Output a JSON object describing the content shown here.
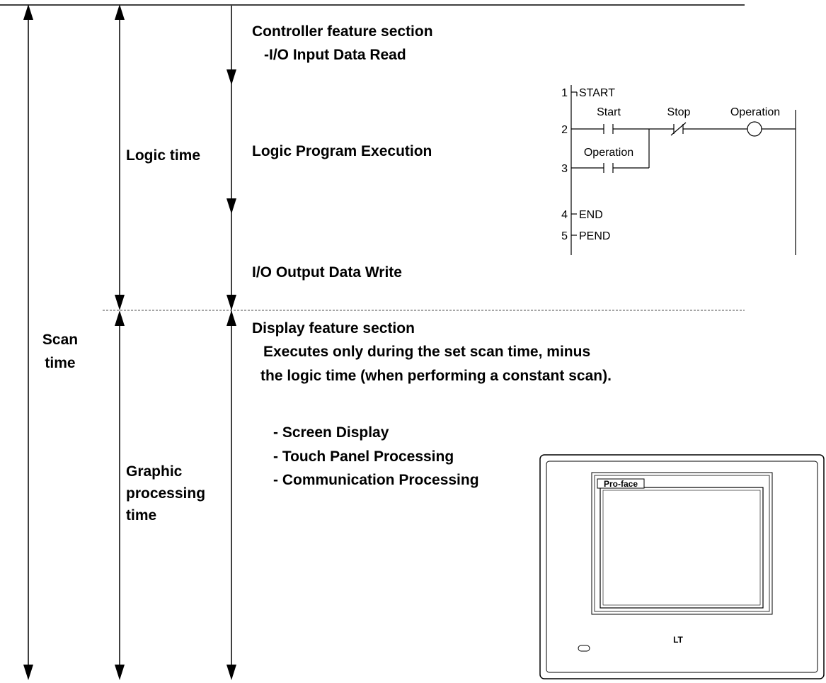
{
  "timeline": {
    "scan_time": [
      "Scan",
      "time"
    ],
    "logic_time": "Logic time",
    "graphic_time": [
      "Graphic",
      "processing",
      "time"
    ]
  },
  "controller": {
    "title": "Controller feature section",
    "input_read": "-I/O Input Data Read",
    "execution": "Logic Program Execution",
    "output_write": "I/O Output Data Write"
  },
  "display": {
    "title": "Display feature section",
    "desc_line1": "Executes only during the set scan time, minus",
    "desc_line2": "the logic time (when performing a constant scan).",
    "items": [
      "- Screen Display",
      "- Touch Panel Processing",
      "- Communication Processing"
    ]
  },
  "ladder": {
    "rungs": [
      "1",
      "2",
      "3",
      "4",
      "5"
    ],
    "start": "START",
    "contact_start": "Start",
    "contact_stop": "Stop",
    "coil": "Operation",
    "contact_operation": "Operation",
    "end": "END",
    "pend": "PEND"
  },
  "device": {
    "brand": "Pro-face",
    "logo": "LT"
  }
}
